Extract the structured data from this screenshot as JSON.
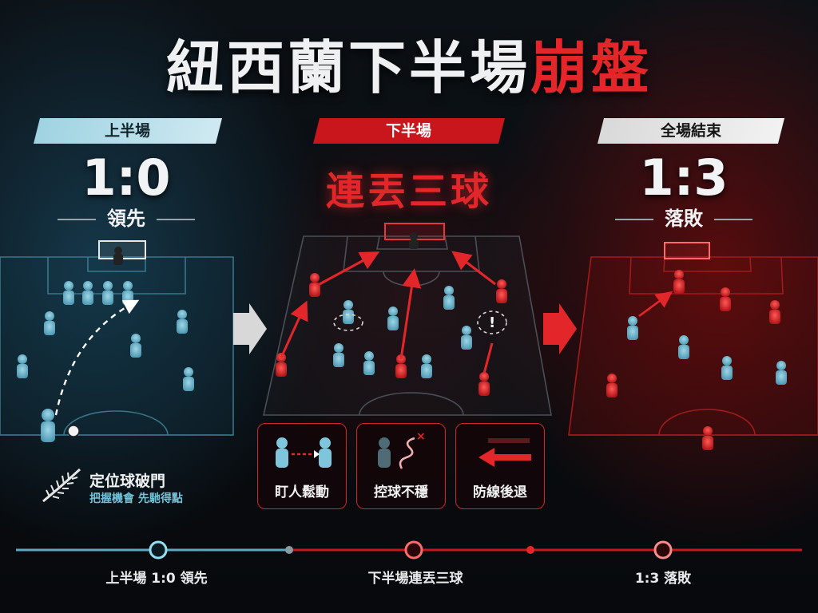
{
  "title": {
    "part1": "紐西蘭下半場",
    "part2": "崩盤"
  },
  "panels": {
    "first_half": {
      "banner": "上半場",
      "score": "1:0",
      "subtitle": "領先",
      "note_title": "定位球破門",
      "note_sub": "把握機會 先馳得點"
    },
    "second_half": {
      "banner": "下半場",
      "headline": "連丟三球"
    },
    "full_time": {
      "banner": "全場結束",
      "score": "1:3",
      "subtitle": "落敗"
    }
  },
  "factors": [
    {
      "label": "盯人鬆動",
      "icon": "loose-marking-icon"
    },
    {
      "label": "控球不穩",
      "icon": "unstable-possession-icon"
    },
    {
      "label": "防線後退",
      "icon": "defense-retreat-icon"
    }
  ],
  "timeline": [
    {
      "label": "上半場 1:0 領先"
    },
    {
      "label": "下半場連丟三球"
    },
    {
      "label": "1:3 落敗"
    }
  ],
  "colors": {
    "nz_blue": "#7fc6dc",
    "opponent_red": "#e3262a",
    "accent_red": "#c8161c"
  }
}
